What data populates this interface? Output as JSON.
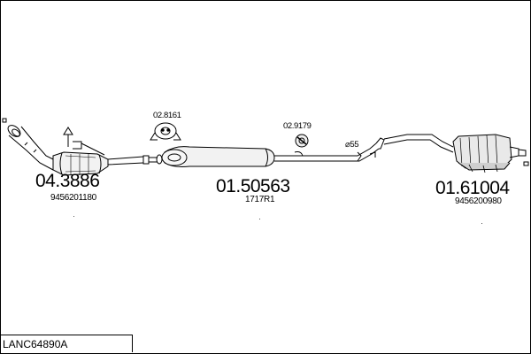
{
  "reference": "LANC64890A",
  "parts": {
    "front": {
      "number": "04.3886",
      "oem": "9456201180"
    },
    "middle": {
      "number": "01.50563",
      "oem": "1717R1"
    },
    "rear": {
      "number": "01.61004",
      "oem": "9456200980"
    }
  },
  "accessories": {
    "clamp": "02.8161",
    "ring": "02.9179",
    "diameter": "⌀55"
  }
}
